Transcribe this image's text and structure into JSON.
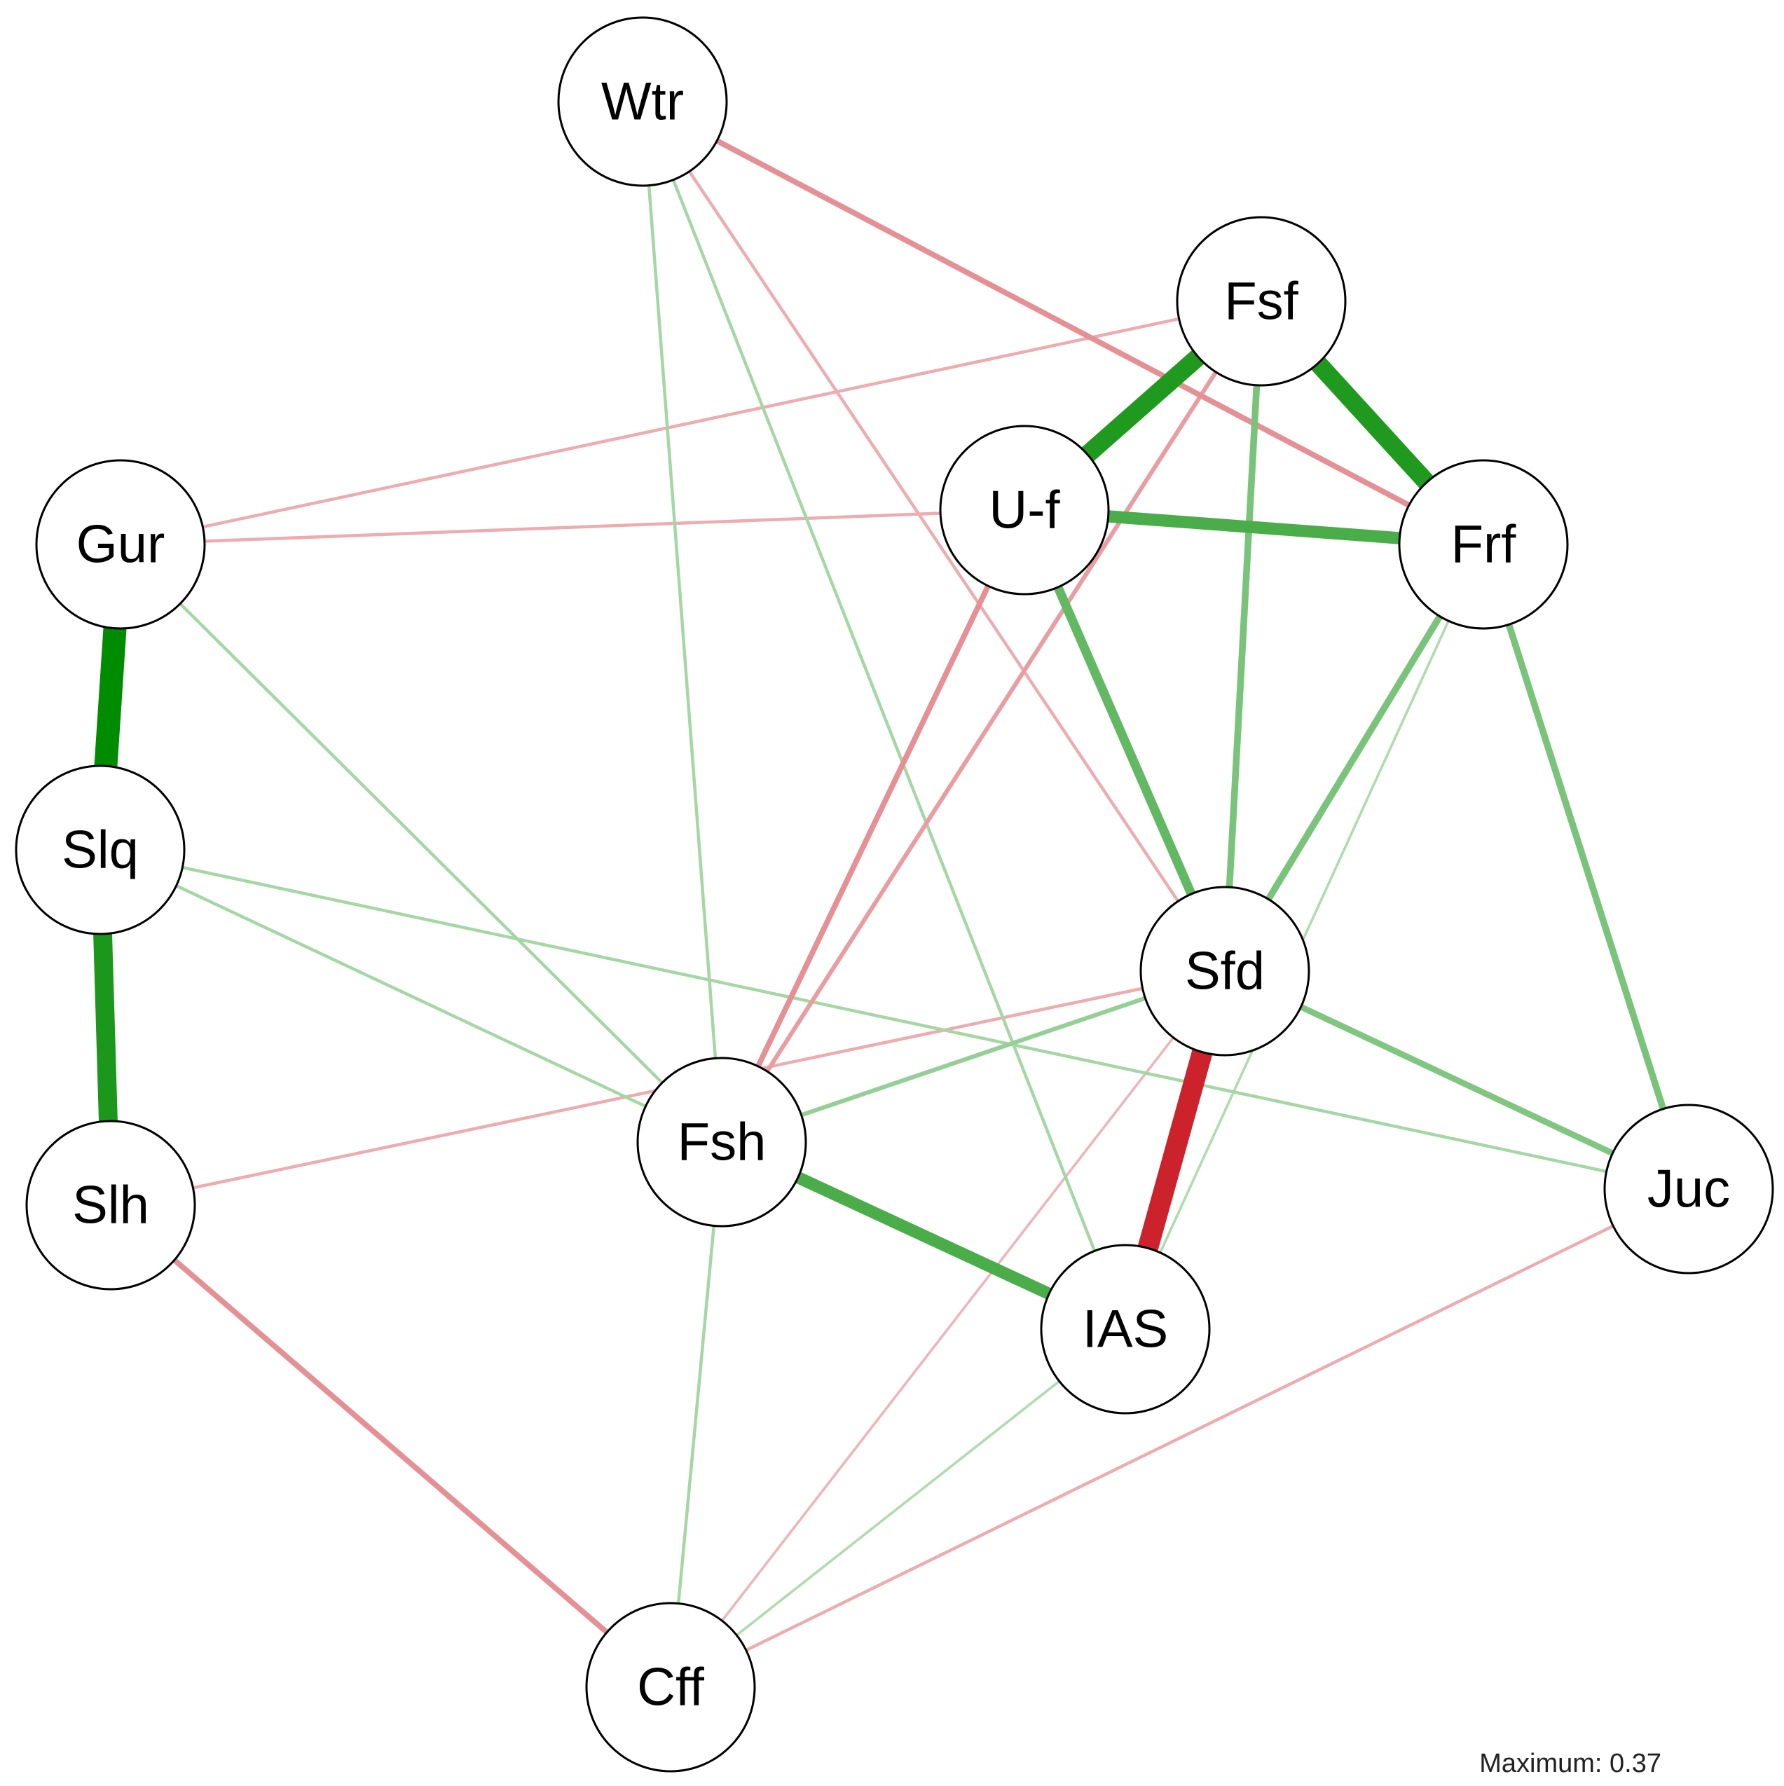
{
  "network": {
    "nodes": [
      {
        "id": "Wtr",
        "label": "Wtr"
      },
      {
        "id": "Fsf",
        "label": "Fsf"
      },
      {
        "id": "U-f",
        "label": "U-f"
      },
      {
        "id": "Frf",
        "label": "Frf"
      },
      {
        "id": "Gur",
        "label": "Gur"
      },
      {
        "id": "Slq",
        "label": "Slq"
      },
      {
        "id": "Slh",
        "label": "Slh"
      },
      {
        "id": "Fsh",
        "label": "Fsh"
      },
      {
        "id": "Sfd",
        "label": "Sfd"
      },
      {
        "id": "Juc",
        "label": "Juc"
      },
      {
        "id": "IAS",
        "label": "IAS"
      },
      {
        "id": "Cff",
        "label": "Cff"
      }
    ],
    "edges": [
      {
        "from": "Gur",
        "to": "Slq",
        "sign": "positive",
        "weight": 0.37
      },
      {
        "from": "Slq",
        "to": "Slh",
        "sign": "positive",
        "weight": 0.3
      },
      {
        "from": "Fsf",
        "to": "U-f",
        "sign": "positive",
        "weight": 0.29
      },
      {
        "from": "Fsf",
        "to": "Frf",
        "sign": "positive",
        "weight": 0.29
      },
      {
        "from": "Sfd",
        "to": "IAS",
        "sign": "negative",
        "weight": 0.33
      },
      {
        "from": "Fsh",
        "to": "IAS",
        "sign": "positive",
        "weight": 0.19
      },
      {
        "from": "U-f",
        "to": "Frf",
        "sign": "positive",
        "weight": 0.19
      },
      {
        "from": "U-f",
        "to": "Sfd",
        "sign": "positive",
        "weight": 0.14
      },
      {
        "from": "Fsf",
        "to": "Sfd",
        "sign": "positive",
        "weight": 0.1
      },
      {
        "from": "Frf",
        "to": "Sfd",
        "sign": "positive",
        "weight": 0.1
      },
      {
        "from": "Frf",
        "to": "Juc",
        "sign": "positive",
        "weight": 0.1
      },
      {
        "from": "Sfd",
        "to": "Juc",
        "sign": "positive",
        "weight": 0.09
      },
      {
        "from": "Sfd",
        "to": "Fsh",
        "sign": "positive",
        "weight": 0.06
      },
      {
        "from": "Wtr",
        "to": "Frf",
        "sign": "negative",
        "weight": 0.08
      },
      {
        "from": "Slh",
        "to": "Cff",
        "sign": "negative",
        "weight": 0.08
      },
      {
        "from": "U-f",
        "to": "Fsh",
        "sign": "negative",
        "weight": 0.08
      },
      {
        "from": "Fsf",
        "to": "Fsh",
        "sign": "negative",
        "weight": 0.06
      },
      {
        "from": "Fsf",
        "to": "Gur",
        "sign": "negative",
        "weight": 0.04
      },
      {
        "from": "U-f",
        "to": "Gur",
        "sign": "negative",
        "weight": 0.04
      },
      {
        "from": "Wtr",
        "to": "Sfd",
        "sign": "negative",
        "weight": 0.04
      },
      {
        "from": "Frf",
        "to": "Sfd",
        "sign": "negative",
        "weight": 0.03
      },
      {
        "from": "Slh",
        "to": "Sfd",
        "sign": "negative",
        "weight": 0.04
      },
      {
        "from": "Sfd",
        "to": "Cff",
        "sign": "negative",
        "weight": 0.03
      },
      {
        "from": "Juc",
        "to": "Cff",
        "sign": "negative",
        "weight": 0.04
      },
      {
        "from": "Wtr",
        "to": "Fsh",
        "sign": "positive",
        "weight": 0.04
      },
      {
        "from": "Wtr",
        "to": "IAS",
        "sign": "positive",
        "weight": 0.04
      },
      {
        "from": "Gur",
        "to": "Fsh",
        "sign": "positive",
        "weight": 0.04
      },
      {
        "from": "Slq",
        "to": "Fsh",
        "sign": "positive",
        "weight": 0.04
      },
      {
        "from": "Slq",
        "to": "Juc",
        "sign": "positive",
        "weight": 0.04
      },
      {
        "from": "Fsh",
        "to": "Cff",
        "sign": "positive",
        "weight": 0.04
      },
      {
        "from": "IAS",
        "to": "Cff",
        "sign": "positive",
        "weight": 0.03
      },
      {
        "from": "Frf",
        "to": "IAS",
        "sign": "positive",
        "weight": 0.03
      }
    ],
    "maximum": 0.37
  },
  "footer": {
    "maximum_text": "Maximum: 0.37"
  },
  "colors": {
    "positive_strong": "#008C00",
    "negative_strong": "#C8141E",
    "node_fill": "#FFFFFF",
    "node_border": "#000000"
  }
}
